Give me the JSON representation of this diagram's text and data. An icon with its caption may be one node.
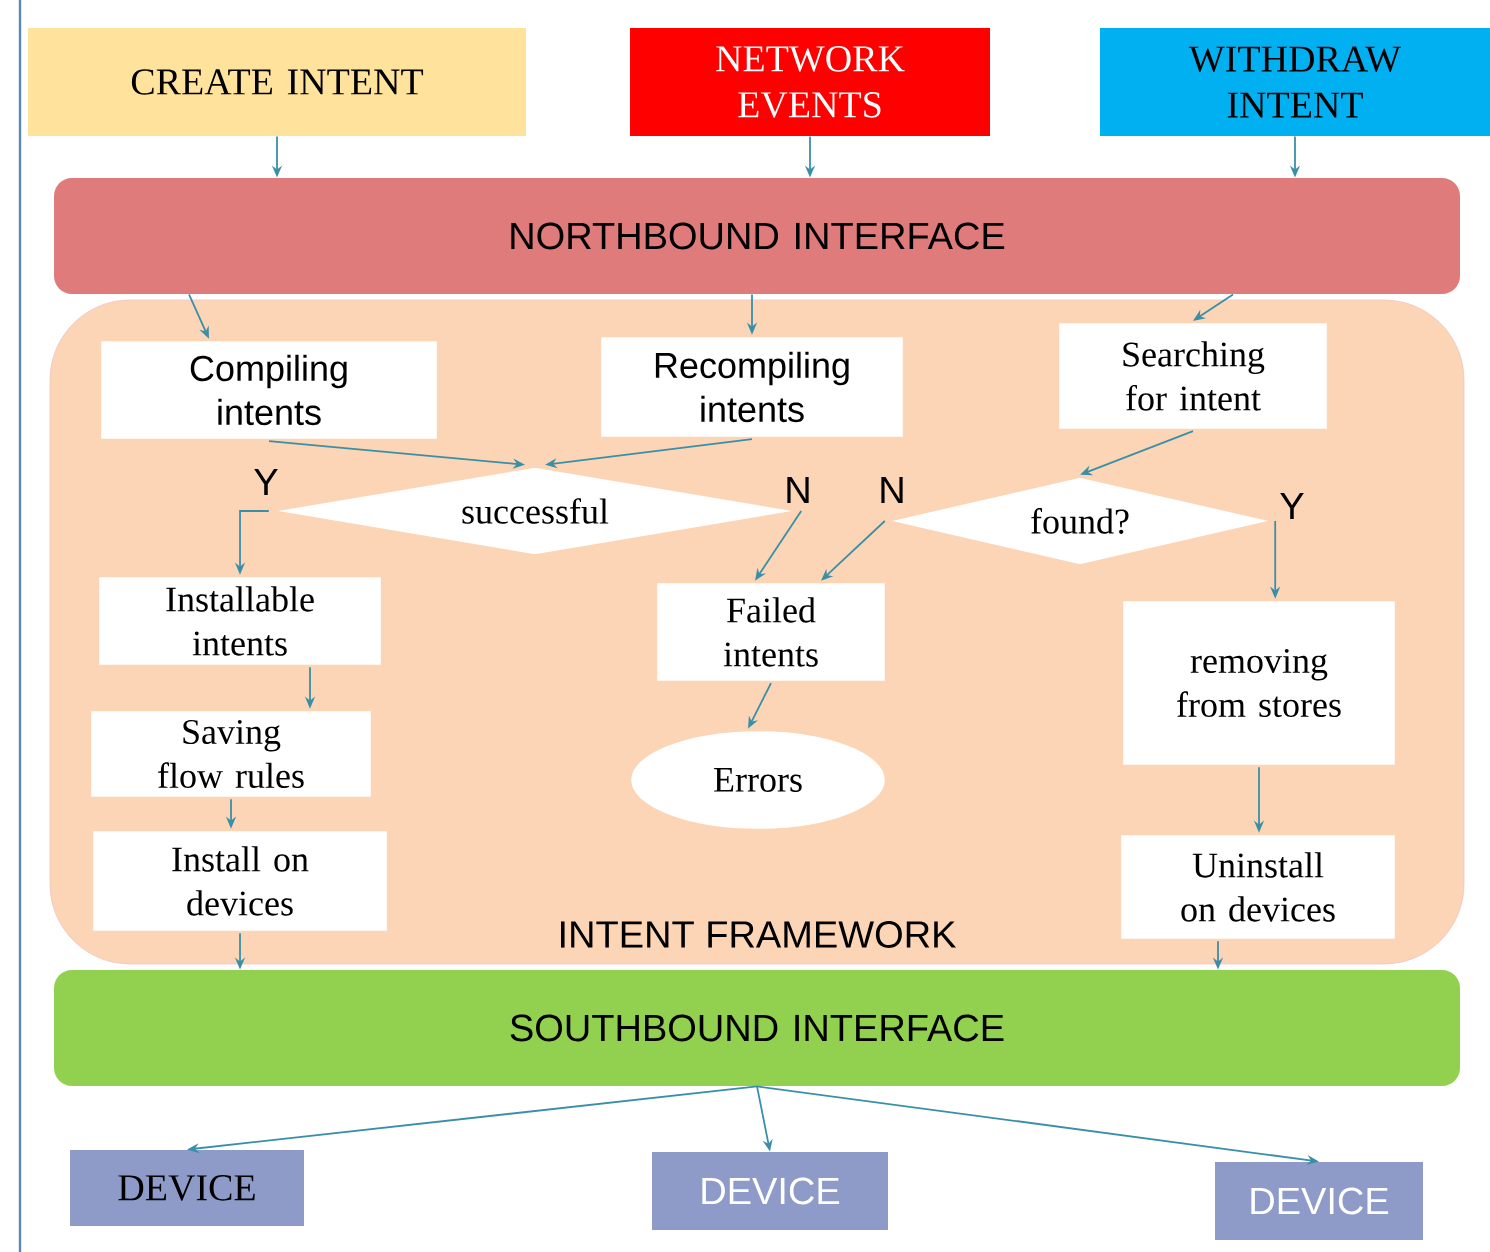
{
  "diagram": {
    "nodes": [
      {
        "text": [
          "CREATE INTENT"
        ]
      },
      {
        "text": [
          "NETWORK EVENTS"
        ]
      },
      {
        "text": [
          "WITHDRAW INTENT"
        ]
      },
      {
        "text": [
          "NORTHBOUND INTERFACE"
        ]
      },
      {
        "text": [
          "INTENT FRAMEWORK"
        ]
      },
      {
        "text": [
          "Compiling intents"
        ],
        "in": 4
      },
      {
        "text": [
          "Recompiling intents"
        ],
        "in": 4
      },
      {
        "text": [
          "Searching for intent"
        ],
        "in": 4
      },
      {
        "text": [
          "successful"
        ],
        "in": 4
      },
      {
        "text": [
          "found?"
        ],
        "in": 4
      },
      {
        "text": [
          "Installable intents"
        ],
        "in": 4
      },
      {
        "text": [
          "Failed intents"
        ],
        "in": 4
      },
      {
        "text": [
          "removing from stores"
        ],
        "in": 4
      },
      {
        "text": [
          "Saving flow rules"
        ],
        "in": 4
      },
      {
        "text": [
          "Errors"
        ],
        "in": 4
      },
      {
        "text": [
          "Install on devices"
        ],
        "in": 4
      },
      {
        "text": [
          "Uninstall on devices"
        ],
        "in": 4
      },
      {
        "text": [
          "SOUTHBOUND INTERFACE"
        ]
      },
      {
        "text": [
          "DEVICE"
        ]
      },
      {
        "text": [
          "DEVICE"
        ]
      },
      {
        "text": [
          "DEVICE"
        ]
      }
    ],
    "edges": [
      {
        "from": 0,
        "to": 3,
        "arrow": "to"
      },
      {
        "from": 1,
        "to": 3,
        "arrow": "to"
      },
      {
        "from": 2,
        "to": 3,
        "arrow": "to"
      },
      {
        "from": 3,
        "to": 5,
        "arrow": "to"
      },
      {
        "from": 3,
        "to": 6,
        "arrow": "to"
      },
      {
        "from": 3,
        "to": 7,
        "arrow": "to"
      },
      {
        "from": 5,
        "to": 8,
        "arrow": "to"
      },
      {
        "from": 6,
        "to": 8,
        "arrow": "to"
      },
      {
        "from": 7,
        "to": 9,
        "arrow": "to"
      },
      {
        "from": 8,
        "to": 10,
        "arrow": "to",
        "label": "Y"
      },
      {
        "from": 8,
        "to": 11,
        "arrow": "to",
        "label": "N"
      },
      {
        "from": 9,
        "to": 11,
        "arrow": "to",
        "label": "N"
      },
      {
        "from": 9,
        "to": 12,
        "arrow": "to",
        "label": "Y"
      },
      {
        "from": 10,
        "to": 13,
        "arrow": "to"
      },
      {
        "from": 13,
        "to": 15,
        "arrow": "to"
      },
      {
        "from": 11,
        "to": 14,
        "arrow": "to"
      },
      {
        "from": 12,
        "to": 16,
        "arrow": "to"
      },
      {
        "from": 15,
        "to": 17,
        "arrow": "to"
      },
      {
        "from": 16,
        "to": 17,
        "arrow": "to"
      },
      {
        "from": 17,
        "to": 18,
        "arrow": "to"
      },
      {
        "from": 17,
        "to": 19,
        "arrow": "to"
      },
      {
        "from": 17,
        "to": 20,
        "arrow": "to"
      }
    ]
  }
}
